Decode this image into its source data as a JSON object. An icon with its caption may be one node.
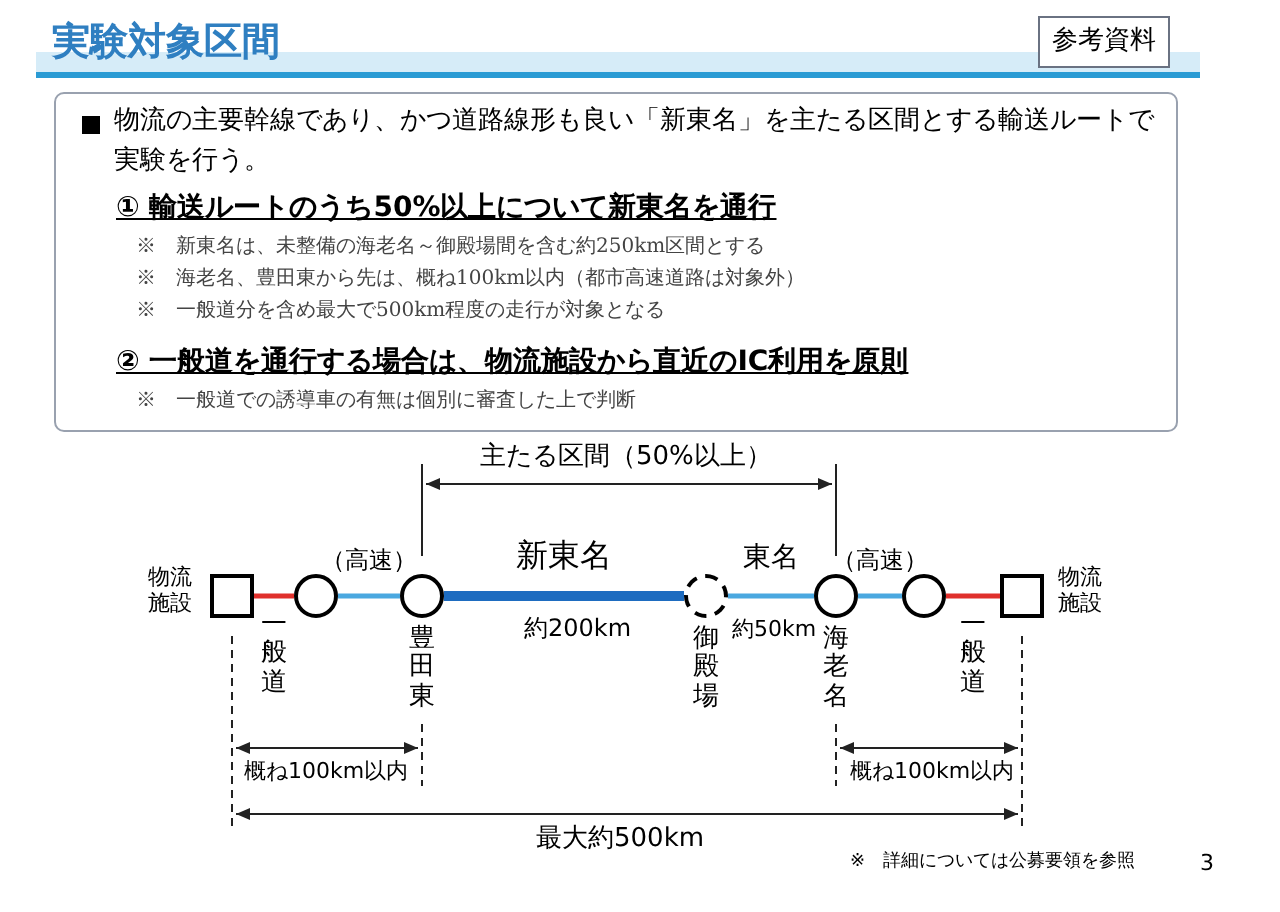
{
  "diagram": {
    "title": "実験対象区間",
    "nodes": [
      {
        "text": [
          "物流施設"
        ]
      },
      {
        "text": [],
        "shape": "circle"
      },
      {
        "text": [
          "豊田東"
        ]
      },
      {
        "text": [
          "御殿場"
        ]
      },
      {
        "text": [
          "海老名"
        ]
      },
      {
        "text": [],
        "shape": "circle"
      },
      {
        "text": [
          "物流施設"
        ]
      }
    ],
    "edges": [
      {
        "from": 0,
        "to": 1,
        "arrow": "none",
        "label": "一般道",
        "color": "#e0302c"
      },
      {
        "from": 1,
        "to": 2,
        "arrow": "none",
        "label": "（高速）"
      },
      {
        "from": 2,
        "to": 3,
        "arrow": "none",
        "label": "新東名",
        "style": "thick",
        "color": "#1e6cc0"
      },
      {
        "from": 3,
        "to": 4,
        "arrow": "none",
        "label": "東名"
      },
      {
        "from": 4,
        "to": 5,
        "arrow": "none",
        "label": "（高速）"
      },
      {
        "from": 5,
        "to": 6,
        "arrow": "none",
        "label": "一般道",
        "color": "#e0302c"
      }
    ],
    "labels": [
      "参考資料",
      "物流の主要幹線であり、かつ道路線形も良い「新東名」を主たる区間とする輸送ルートで実験を行う。",
      "① 輸送ルートのうち50%以上について新東名を通行",
      "※　新東名は、未整備の海老名～御殿場間を含む約250km区間とする",
      "※　海老名、豊田東から先は、概ね100km以内（都市高速道路は対象外）",
      "※　一般道分を含め最大で500km程度の走行が対象となる",
      "② 一般道を通行する場合は、物流施設から直近のIC利用を原則",
      "※　一般道での誘導車の有無は個別に審査した上で判断",
      "主たる区間（50%以上）",
      "約200km",
      "約50km",
      "概ね100km以内",
      "概ね100km以内",
      "最大約500km",
      "※　詳細については公募要領を参照",
      "3"
    ]
  }
}
